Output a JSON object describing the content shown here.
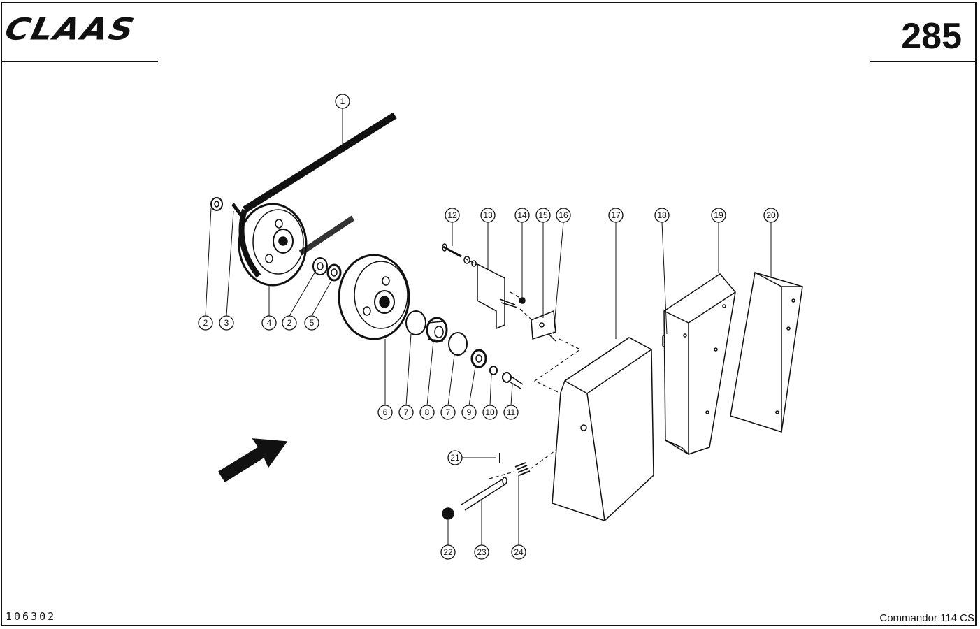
{
  "header": {
    "brand": "CLAAS",
    "page_number": "285"
  },
  "footer": {
    "drawing_code": "106302",
    "model": "Commandor 114 CS"
  },
  "callouts": [
    "1",
    "2",
    "3",
    "4",
    "2",
    "5",
    "6",
    "7",
    "8",
    "7",
    "9",
    "10",
    "11",
    "12",
    "13",
    "14",
    "15",
    "16",
    "17",
    "18",
    "19",
    "20",
    "21",
    "22",
    "23",
    "24"
  ]
}
